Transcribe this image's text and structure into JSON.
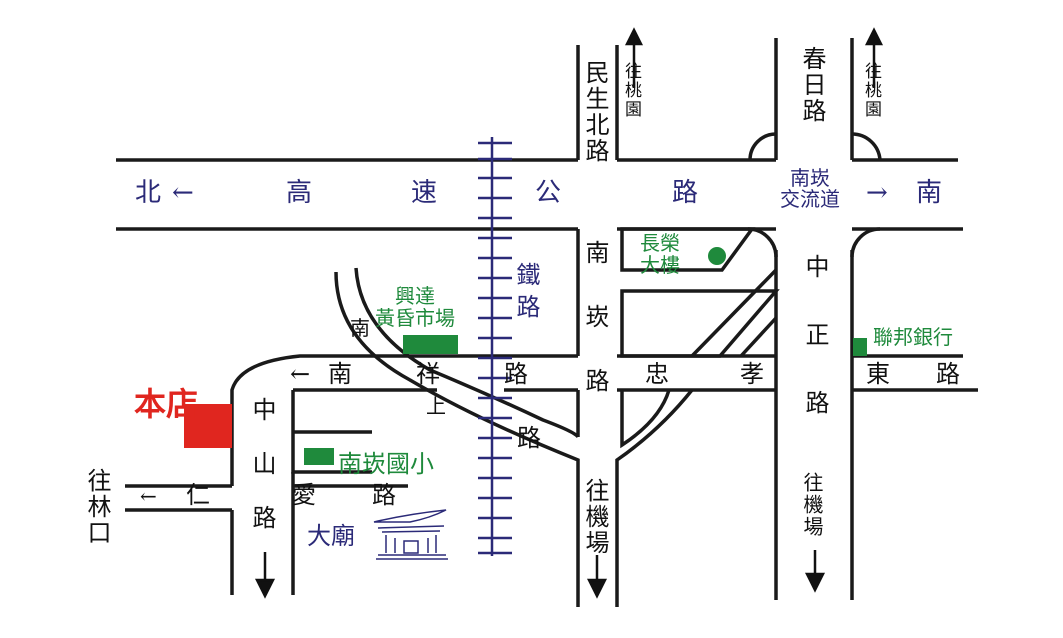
{
  "highway": {
    "name_chars": [
      "高",
      "速",
      "公",
      "路"
    ],
    "dir_north": "北",
    "dir_south": "南",
    "arrow_left": "←",
    "arrow_right": "→",
    "interchange": "南崁\n交流道"
  },
  "roads": {
    "minsheng_north": "民生北路",
    "chunri": "春日路",
    "zhongzheng": "中正路",
    "nankan": "南崁路",
    "nanxiang": "南祥路",
    "nanxiang_up": "上",
    "nanxiang_lane": "南",
    "railway": "鐵路",
    "zhongxiao_east_1": "忠",
    "zhongxiao_east_2": "孝",
    "zhongxiao_east_3": "東",
    "zhongxiao_east_4": "路",
    "zhongshan": "中山路",
    "renai_1": "仁",
    "renai_2": "愛",
    "renai_3": "路",
    "lu_lower": "路"
  },
  "directions": {
    "to_taoyuan_1": "往桃園",
    "to_taoyuan_2": "往桃園",
    "to_linkou": "往林口",
    "to_airport_1": "往機場",
    "to_airport_2": "往機場"
  },
  "landmarks": {
    "store": "本店",
    "changrong": "長榮\n大樓",
    "market": "興達\n黃昏市場",
    "school": "南崁國小",
    "bank": "聯邦銀行",
    "temple": "大廟"
  },
  "colors": {
    "road": "#1a1a1a",
    "rail": "#2b2a78",
    "landmark_green": "#1f8a3c",
    "store_red": "#e0261f"
  }
}
